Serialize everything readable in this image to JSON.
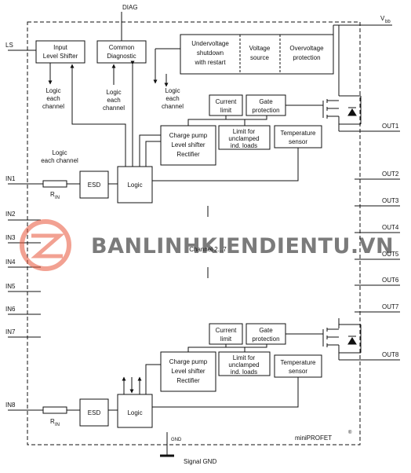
{
  "title_text": "",
  "pins": {
    "diag": "DIAG",
    "vbb": "V",
    "vbb_sub": "bb",
    "ls": "LS",
    "in1": "IN1",
    "in2": "IN2",
    "in3": "IN3",
    "in4": "IN4",
    "in5": "IN5",
    "in6": "IN6",
    "in7": "IN7",
    "in8": "IN8",
    "out1": "OUT1",
    "out2": "OUT2",
    "out3": "OUT3",
    "out4": "OUT4",
    "out5": "OUT5",
    "out6": "OUT6",
    "out7": "OUT7",
    "out8": "OUT8",
    "gnd": "GND",
    "signal_gnd": "Signal GND"
  },
  "blocks": {
    "input_level_shifter": [
      "Input",
      "Level Shifter"
    ],
    "common_diagnostic": [
      "Common",
      "Diagnostic"
    ],
    "undervoltage": [
      "Undervoltage",
      "shutdown",
      "with restart"
    ],
    "voltage_source": [
      "Voltage",
      "source"
    ],
    "overvoltage": [
      "Overvoltage",
      "protection"
    ],
    "current_limit": [
      "Current",
      "limit"
    ],
    "gate_protection": [
      "Gate",
      "protection"
    ],
    "charge_pump": [
      "Charge pump",
      "Level shifter",
      "Rectifier"
    ],
    "limit_unclamped": [
      "Limit for",
      "unclamped",
      "ind. loads"
    ],
    "temperature_sensor": [
      "Temperature",
      "sensor"
    ],
    "esd": "ESD",
    "logic": "Logic"
  },
  "labels": {
    "logic_each_channel": [
      "Logic",
      "each",
      "channel"
    ],
    "logic_each_channel_inline": [
      "Logic",
      "each channel"
    ],
    "rin": "R",
    "rin_sub": "IN",
    "channel_range": "Channel 2...7",
    "chip_name": "miniPROFET",
    "chip_reg": "®"
  },
  "watermark": {
    "text": "BANLINHKIENDIENTU.VN",
    "color": "#3b8fd6",
    "logo_color": "#e8563a"
  }
}
